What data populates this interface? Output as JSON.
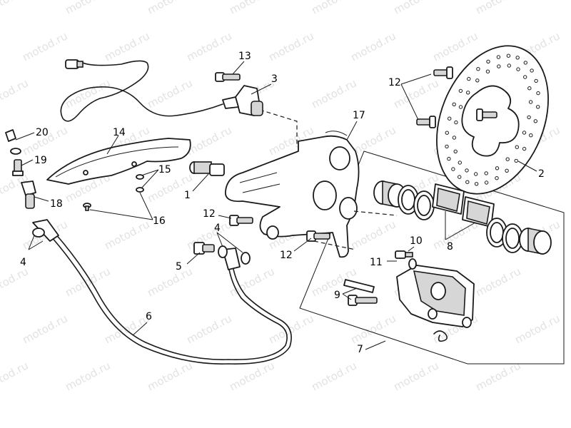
{
  "watermark": {
    "text": "motod.ru",
    "color": "#e2e2e2"
  },
  "callouts": {
    "c1": "1",
    "c2": "2",
    "c3": "3",
    "c4a": "4",
    "c4b": "4",
    "c5": "5",
    "c6": "6",
    "c7": "7",
    "c8": "8",
    "c9": "9",
    "c10": "10",
    "c11": "11",
    "c12a": "12",
    "c12b": "12",
    "c12c": "12",
    "c13": "13",
    "c14": "14",
    "c15": "15",
    "c16": "16",
    "c17": "17",
    "c18": "18",
    "c19": "19",
    "c20": "20"
  }
}
